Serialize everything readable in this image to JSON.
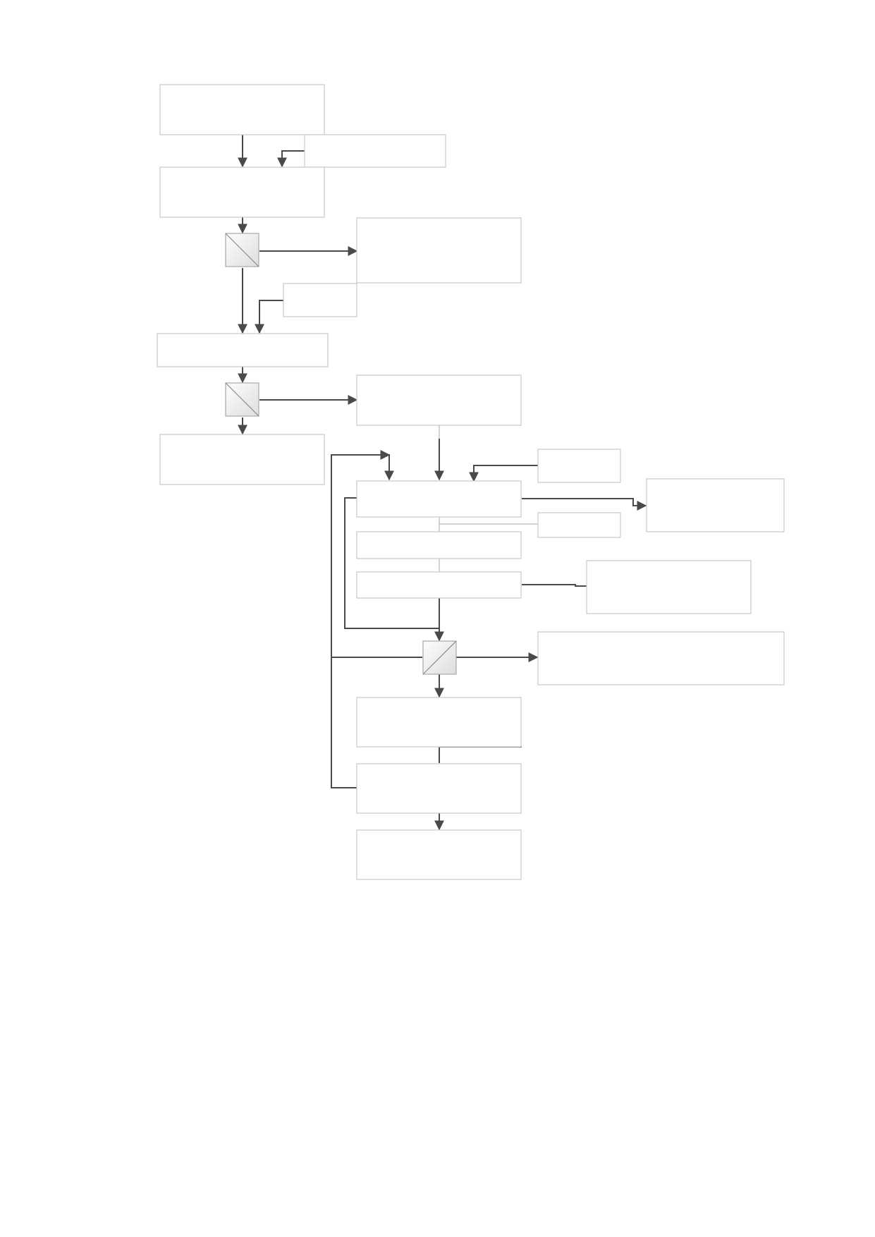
{
  "diagram": {
    "type": "flowchart",
    "colors": {
      "box_border": "#c8c8c8",
      "box_fill": "#ffffff",
      "edge": "#4a4a4a",
      "edge_light": "#b8b8b8",
      "separator_border": "#a9a9a9"
    },
    "nodes": [
      {
        "id": "n1",
        "label": ""
      },
      {
        "id": "n2",
        "label": ""
      },
      {
        "id": "n3",
        "label": ""
      },
      {
        "id": "n4",
        "label": ""
      },
      {
        "id": "n5",
        "label": ""
      },
      {
        "id": "n6",
        "label": ""
      },
      {
        "id": "n7",
        "label": ""
      },
      {
        "id": "n8",
        "label": ""
      },
      {
        "id": "n9",
        "label": ""
      },
      {
        "id": "n10",
        "label": ""
      },
      {
        "id": "n11",
        "label": ""
      },
      {
        "id": "n12",
        "label": ""
      },
      {
        "id": "n13",
        "label": ""
      },
      {
        "id": "n14",
        "label": ""
      },
      {
        "id": "n15",
        "label": ""
      },
      {
        "id": "n16",
        "label": ""
      },
      {
        "id": "n17",
        "label": ""
      },
      {
        "id": "n18",
        "label": ""
      },
      {
        "id": "n19",
        "label": ""
      }
    ],
    "separators": [
      {
        "id": "s1",
        "orientation": "backslash"
      },
      {
        "id": "s2",
        "orientation": "backslash"
      },
      {
        "id": "s3",
        "orientation": "slash"
      }
    ]
  }
}
